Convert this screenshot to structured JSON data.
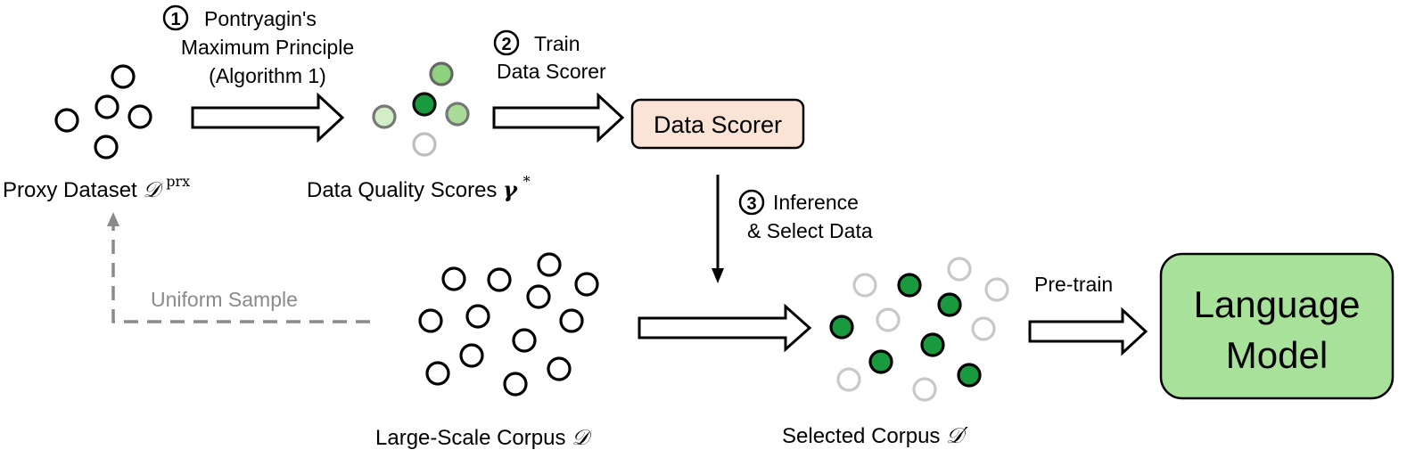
{
  "steps": [
    {
      "number": "1",
      "line1": "Pontryagin's",
      "line2": "Maximum Principle",
      "line3": "(Algorithm 1)"
    },
    {
      "number": "2",
      "line1": "Train",
      "line2": "Data Scorer"
    },
    {
      "number": "3",
      "line1": "Inference",
      "line2": "& Select Data"
    }
  ],
  "labels": {
    "proxy_dataset": "Proxy Dataset",
    "proxy_symbol": "𝒟",
    "proxy_superscript": "prx",
    "quality_scores": "Data Quality Scores",
    "quality_symbol": "γ",
    "quality_superscript": "*",
    "large_corpus": "Large-Scale Corpus",
    "large_corpus_symbol": "𝒟",
    "selected_corpus": "Selected Corpus",
    "selected_corpus_symbol": "𝒟′",
    "uniform_sample": "Uniform Sample",
    "pretrain": "Pre-train"
  },
  "boxes": {
    "data_scorer": "Data Scorer",
    "language_model_line1": "Language",
    "language_model_line2": "Model"
  },
  "colors": {
    "dark_green": "#1a9a3e",
    "mid_green": "#8fd27e",
    "light_green": "#d3edc8",
    "gray_circle": "#bdbdbd",
    "scorer_fill": "#fbe3d6",
    "lm_fill": "#a8e29a",
    "dashed_gray": "#8a8a8a"
  }
}
